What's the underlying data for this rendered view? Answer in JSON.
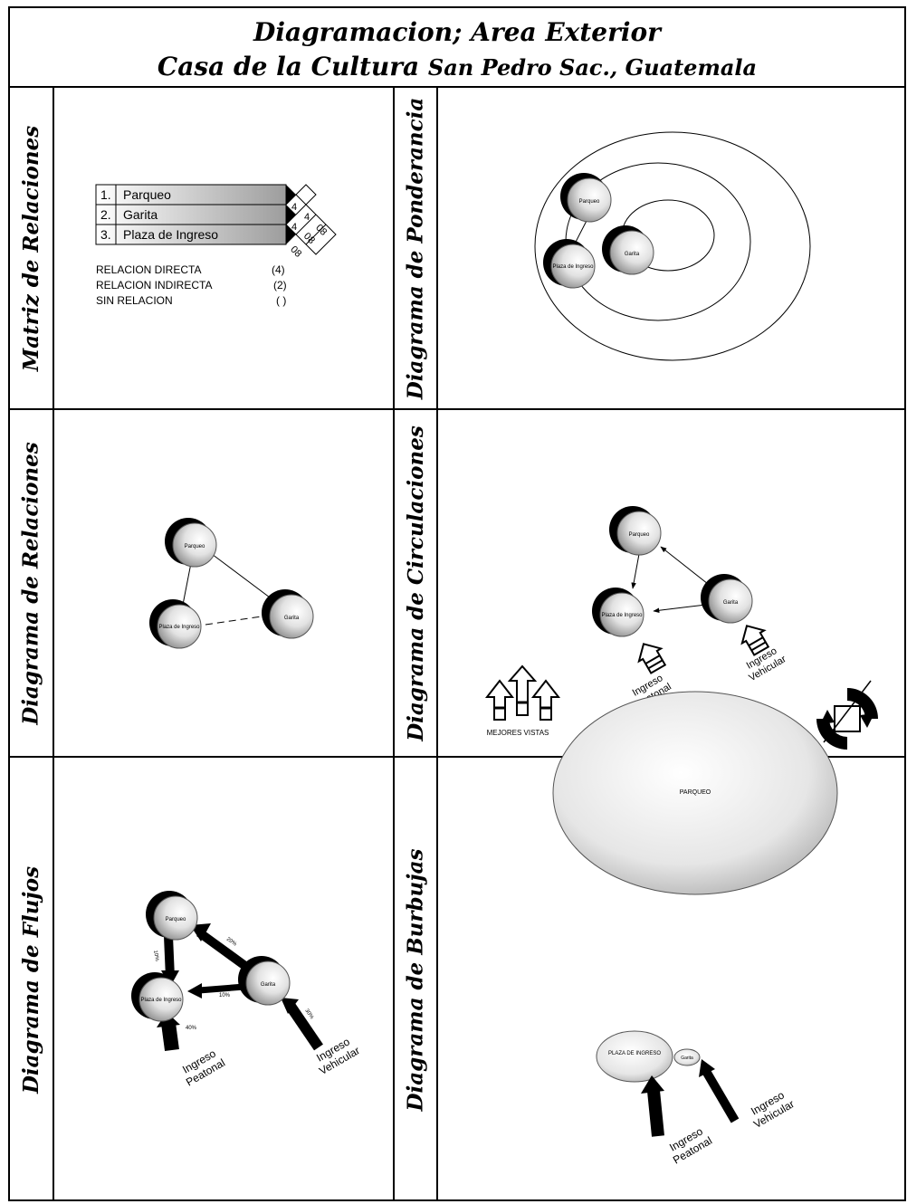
{
  "title": {
    "line1": "Diagramacion; Area Exterior",
    "line2_main": "Casa de la Cultura",
    "line2_sub": "San Pedro Sac., Guatemala"
  },
  "panels": {
    "matriz": "Matriz de Relaciones",
    "ponderancia": "Diagrama de Ponderancia",
    "relaciones": "Diagrama de Relaciones",
    "circulaciones": "Diagrama de Circulaciones",
    "flujos": "Diagrama de Flujos",
    "burbujas": "Diagrama de Burbujas"
  },
  "matrix": {
    "rows": [
      {
        "num": "1.",
        "name": "Parqueo"
      },
      {
        "num": "2.",
        "name": "Garita"
      },
      {
        "num": "3.",
        "name": "Plaza de Ingreso"
      }
    ],
    "values": [
      "4",
      "4",
      "08",
      "4",
      "08",
      "08"
    ],
    "legend": [
      {
        "label": "RELACION DIRECTA",
        "value": "(4)"
      },
      {
        "label": "RELACION INDIRECTA",
        "value": "(2)"
      },
      {
        "label": "SIN RELACION",
        "value": "( )"
      }
    ]
  },
  "nodes": {
    "parqueo": "Parqueo",
    "garita": "Garita",
    "plaza": "Plaza de Ingreso"
  },
  "entries": {
    "peatonal": [
      "Ingreso",
      "Peatonal"
    ],
    "vehicular": [
      "Ingreso",
      "Vehicular"
    ]
  },
  "bubbles": {
    "parqueo": "PARQUEO",
    "plaza": "PLAZA DE INGRESO",
    "garita": "Garita",
    "vistas": "MEJORES VISTAS"
  },
  "flow_labels": [
    "10%",
    "20%",
    "10%",
    "30%",
    "40%"
  ]
}
